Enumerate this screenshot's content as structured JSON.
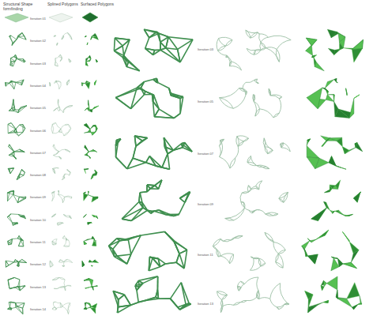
{
  "diagram": {
    "labels": [
      "Structural Shape formfinding",
      "Splined Polygons",
      "Surfaced Polygons",
      "Iteration 01",
      "Iteration 02",
      "Iteration 03",
      "Iteration 04",
      "Iteration 05",
      "Iteration 06",
      "Iteration 07",
      "Iteration 08",
      "Iteration 09",
      "Iteration 10",
      "Iteration 11",
      "Iteration 12",
      "Iteration 13",
      "Iteration 14",
      "Iteration 03",
      "Iteration 05",
      "Iteration 07",
      "Iteration 09",
      "Iteration 11",
      "Iteration 13"
    ]
  }
}
